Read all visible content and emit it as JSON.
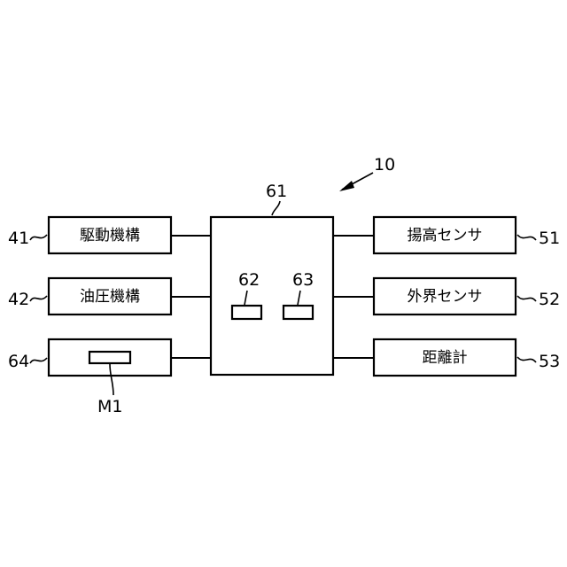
{
  "diagram": {
    "system_ref": "10",
    "controller": {
      "ref": "61",
      "sub_units": [
        {
          "ref": "62"
        },
        {
          "ref": "63"
        }
      ]
    },
    "left_blocks": [
      {
        "ref": "41",
        "label": "駆動機構"
      },
      {
        "ref": "42",
        "label": "油圧機構"
      },
      {
        "ref": "64",
        "label": "",
        "memory_ref": "M1"
      }
    ],
    "right_blocks": [
      {
        "ref": "51",
        "label": "揚高センサ"
      },
      {
        "ref": "52",
        "label": "外界センサ"
      },
      {
        "ref": "53",
        "label": "距離計"
      }
    ]
  }
}
